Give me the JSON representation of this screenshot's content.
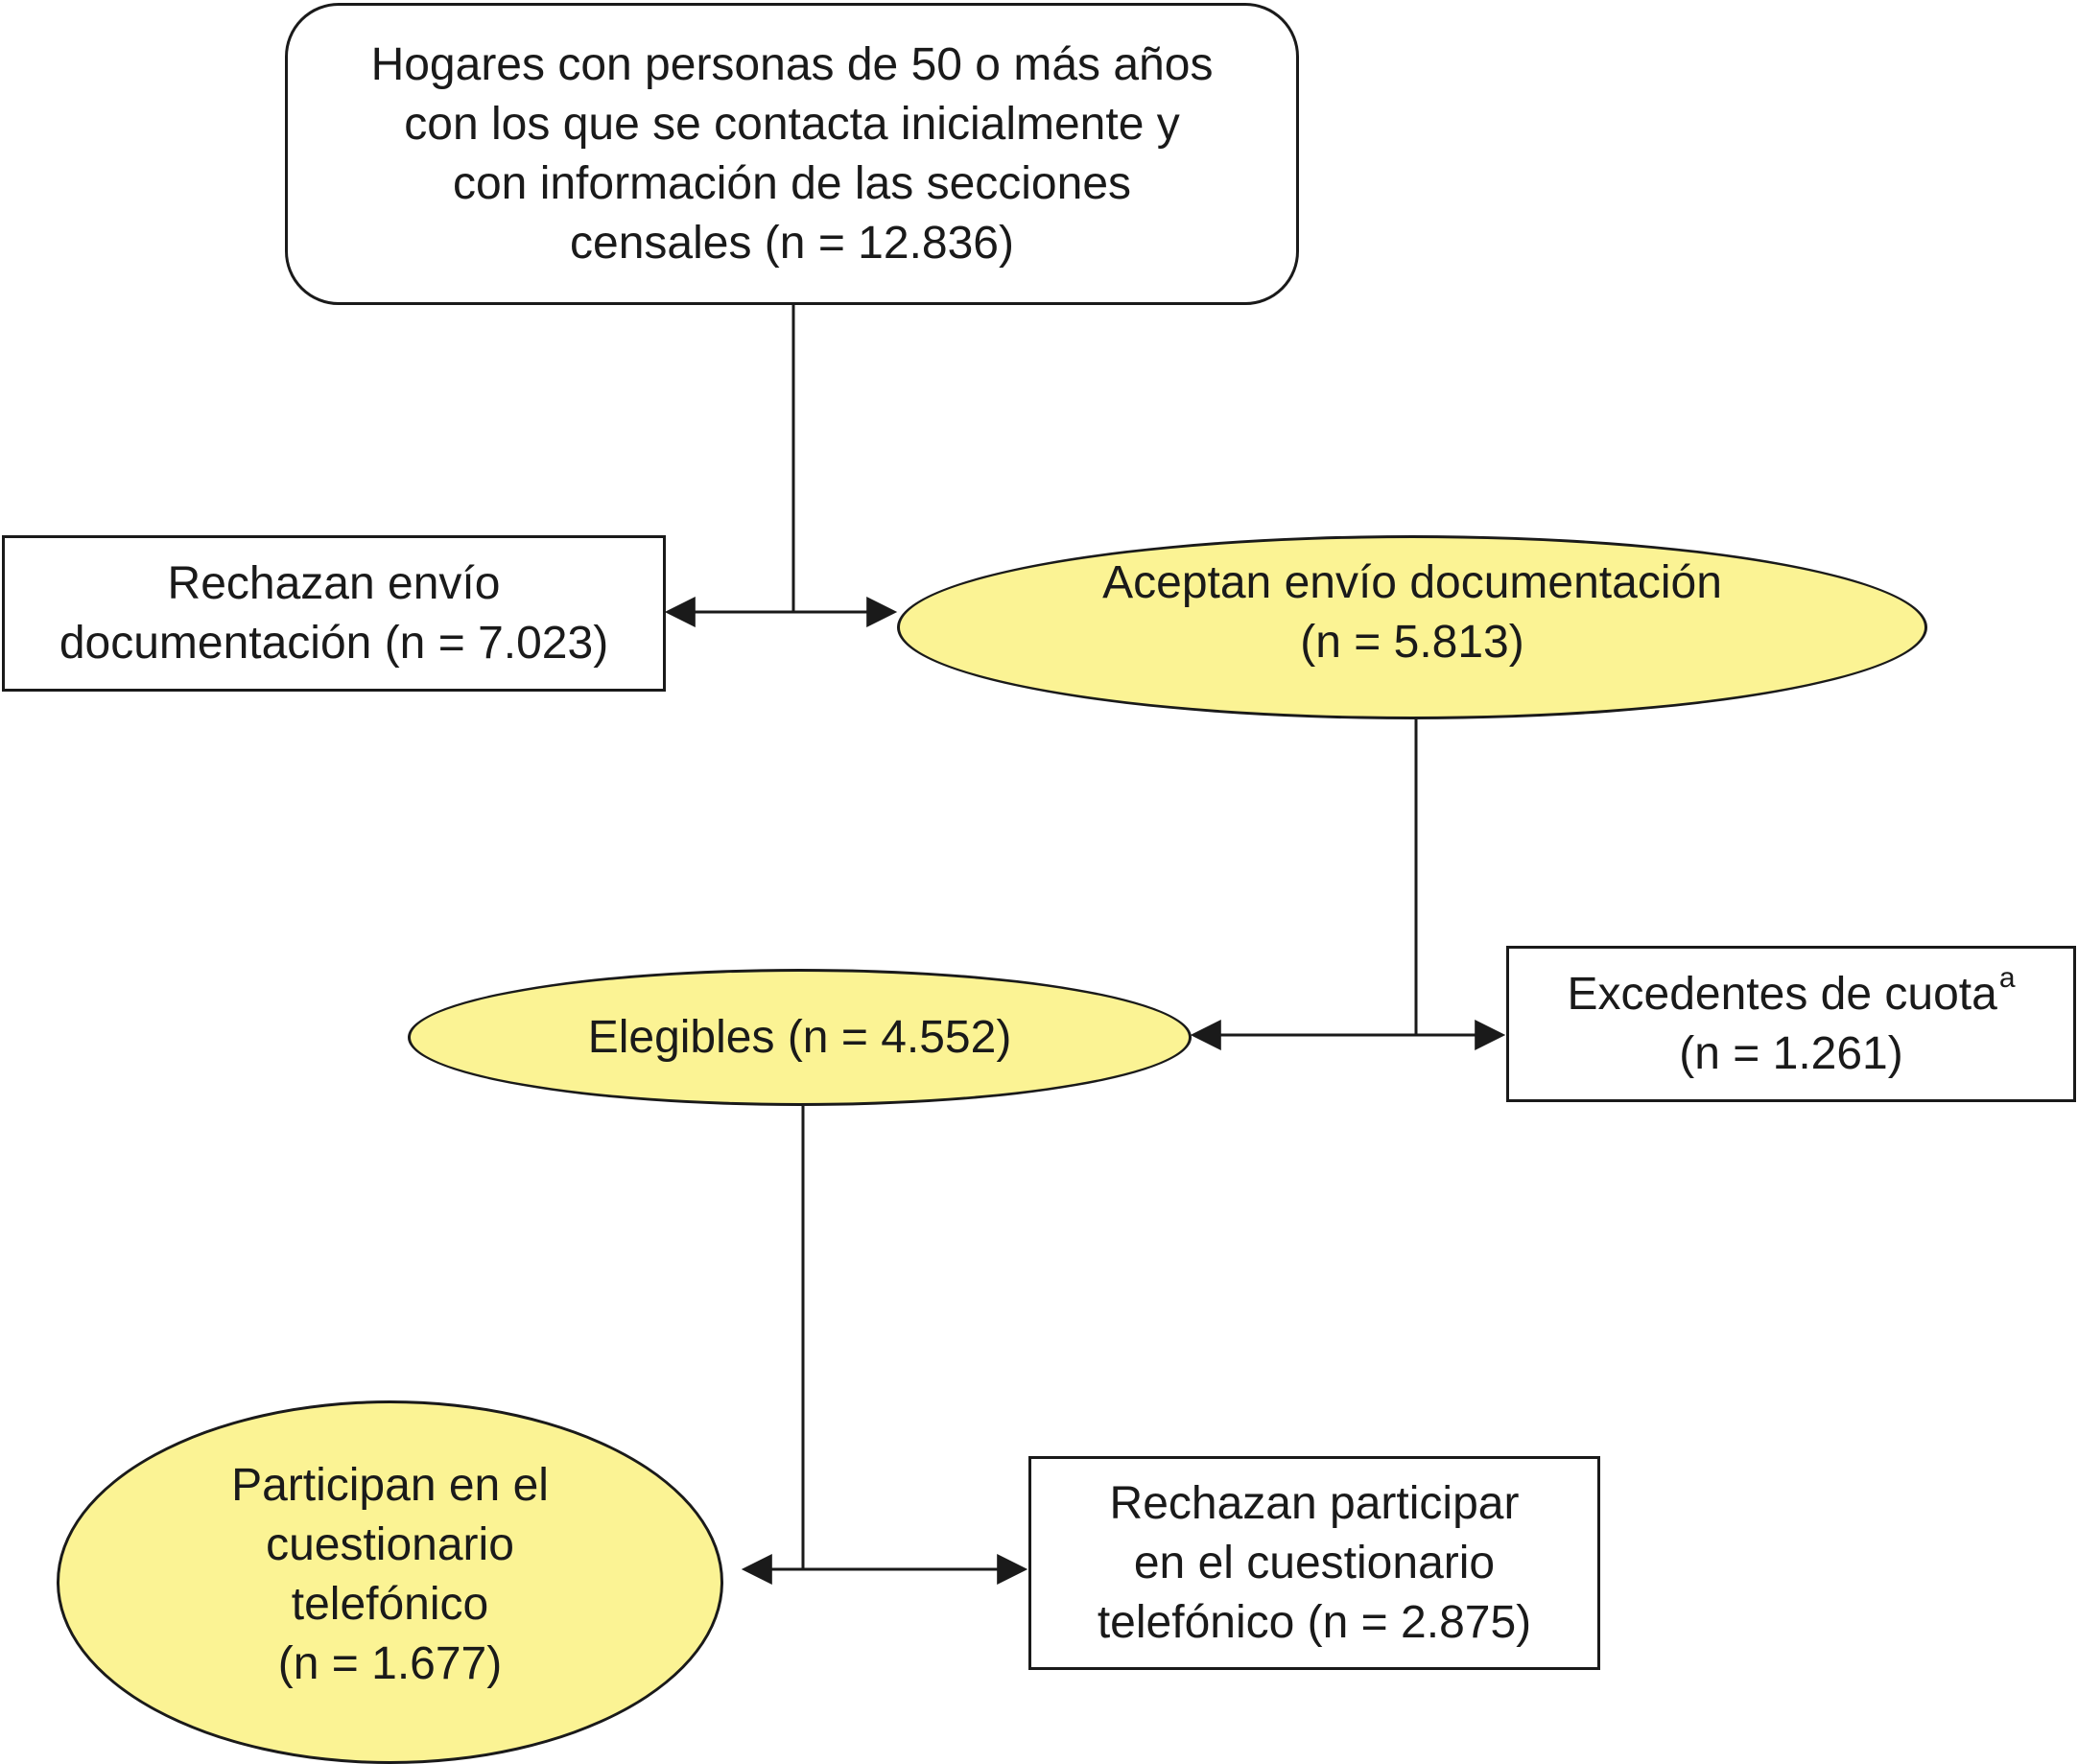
{
  "flowchart": {
    "start": {
      "lines": [
        "Hogares con personas de 50 o más años",
        "con los que se contacta inicialmente y",
        "con información de las secciones",
        "censales (n = 12.836)"
      ]
    },
    "reject_docs": {
      "lines": [
        "Rechazan envío",
        "documentación (n = 7.023)"
      ]
    },
    "accept_docs": {
      "lines": [
        "Aceptan envío documentación",
        "(n = 5.813)"
      ]
    },
    "eligible": {
      "lines": [
        "Elegibles (n = 4.552)"
      ]
    },
    "quota_excess": {
      "line1": "Excedentes de cuota",
      "footnote_mark": "a",
      "line2": "(n = 1.261)"
    },
    "participate": {
      "lines": [
        "Participan en el",
        "cuestionario",
        "telefónico",
        "(n = 1.677)"
      ]
    },
    "reject_participation": {
      "lines": [
        "Rechazan participar",
        "en el cuestionario",
        "telefónico (n = 2.875)"
      ]
    }
  },
  "colors": {
    "ellipse_fill": "#fbf394",
    "stroke": "#1a1a1a",
    "box_fill": "#ffffff"
  }
}
